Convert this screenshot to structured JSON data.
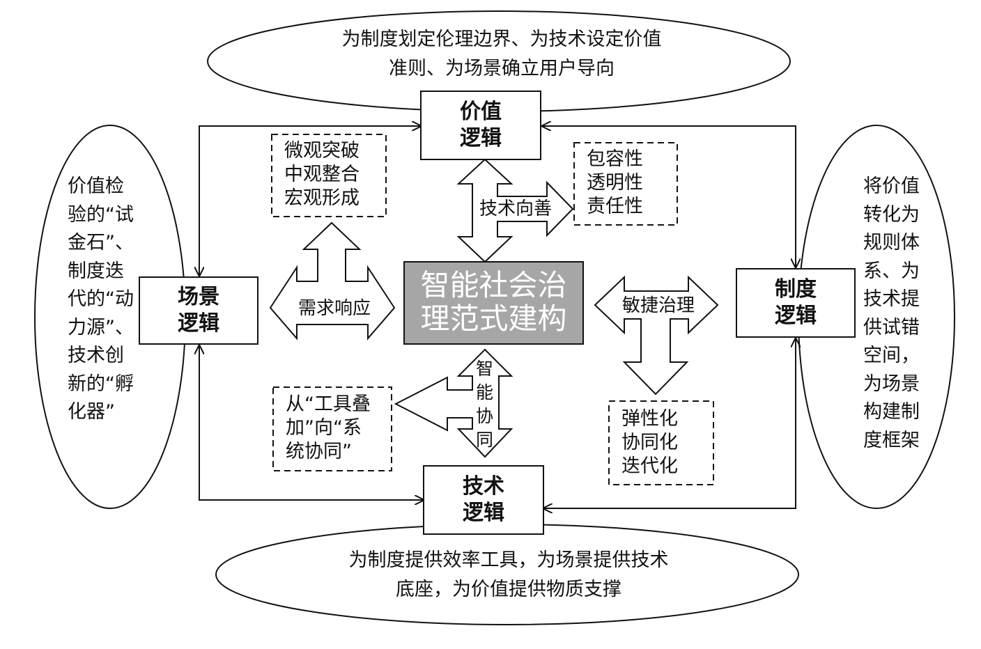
{
  "center": {
    "line1": "智能社会治",
    "line2": "理范式建构"
  },
  "logic_boxes": {
    "value": {
      "line1": "价值",
      "line2": "逻辑"
    },
    "scene": {
      "line1": "场景",
      "line2": "逻辑"
    },
    "institution": {
      "line1": "制度",
      "line2": "逻辑"
    },
    "technology": {
      "line1": "技术",
      "line2": "逻辑"
    }
  },
  "ovals": {
    "top": {
      "line1": "为制度划定伦理边界、为技术设定价值",
      "line2": "准则、为场景确立用户导向"
    },
    "bottom": {
      "line1": "为制度提供效率工具，为场景提供技术",
      "line2": "底座，为价值提供物质支撑"
    },
    "left": [
      "价值检",
      "验的“试",
      "金石”、",
      "制度迭",
      "代的“动",
      "力源”、",
      "技术创",
      "新的“孵",
      "化器”"
    ],
    "right": [
      "将价值",
      "转化为",
      "规则体",
      "系、为",
      "技术提",
      "供试错",
      "空间，",
      "为场景",
      "构建制",
      "度框架"
    ]
  },
  "dashed_boxes": {
    "top_left": [
      "微观突破",
      "中观整合",
      "宏观形成"
    ],
    "top_right": [
      "包容性",
      "透明性",
      "责任性"
    ],
    "bottom_left": [
      "从“工具叠",
      "加”向“系",
      "统协同”"
    ],
    "bottom_right": [
      "弹性化",
      "协同化",
      "迭代化"
    ]
  },
  "arrow_labels": {
    "tech_good": "技术向善",
    "demand_response": "需求响应",
    "agile_governance": "敏捷治理",
    "smart_synergy": [
      "智",
      "能",
      "协",
      "同"
    ]
  },
  "colors": {
    "center_fill": "#a6a6a6",
    "line": "#111111",
    "background": "#ffffff"
  }
}
